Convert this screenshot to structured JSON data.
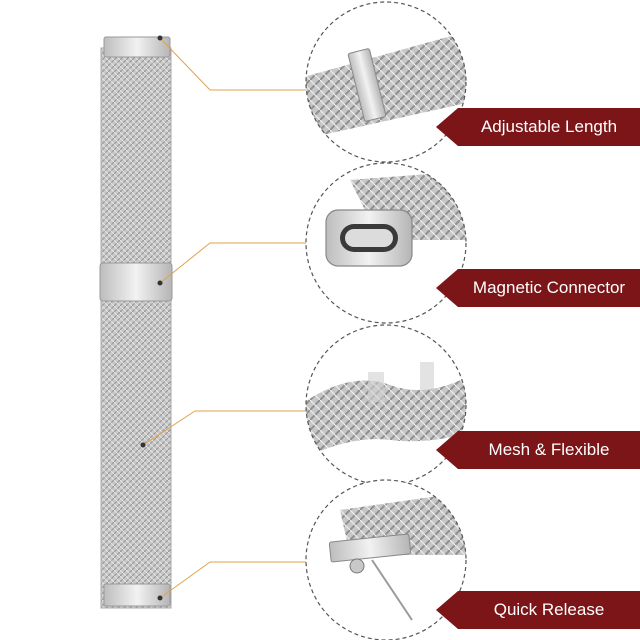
{
  "features": [
    {
      "label": "Adjustable Length"
    },
    {
      "label": "Magnetic Connector"
    },
    {
      "label": "Mesh & Flexible"
    },
    {
      "label": "Quick Release"
    }
  ],
  "colors": {
    "label_background": "#7b1518",
    "label_text": "#ffffff",
    "mesh_silver": "#c8c8c8",
    "callout_line": "#e0a24a",
    "circle_border": "#555555"
  }
}
